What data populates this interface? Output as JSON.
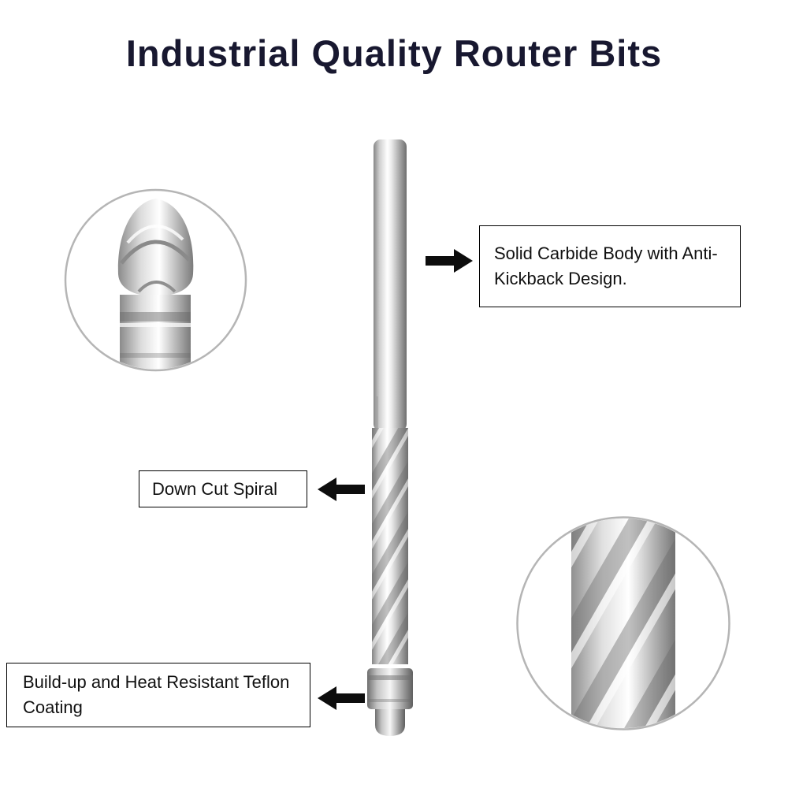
{
  "title": "Industrial Quality Router Bits",
  "callouts": {
    "carbide": {
      "label": "Solid Carbide Body with Anti-Kickback Design."
    },
    "down_cut": {
      "label": "Down Cut Spiral"
    },
    "teflon": {
      "label": "Build-up and Heat Resistant Teflon Coating"
    }
  },
  "icons": {
    "arrow_right": "solid black right-pointing arrow",
    "arrow_left": "solid black left-pointing arrow"
  },
  "product": {
    "item": "down-cut spiral router bit with bottom bearing",
    "detail_views": [
      "cutter-tip-and-bearing close-up",
      "spiral-flute close-up"
    ]
  },
  "colors": {
    "background": "#ffffff",
    "title_text": "#181830",
    "body_text": "#111111",
    "box_border": "#000000",
    "arrow": "#0d0d0d",
    "metal_light": "#f5f5f5",
    "metal_dark": "#7a7a7a"
  }
}
